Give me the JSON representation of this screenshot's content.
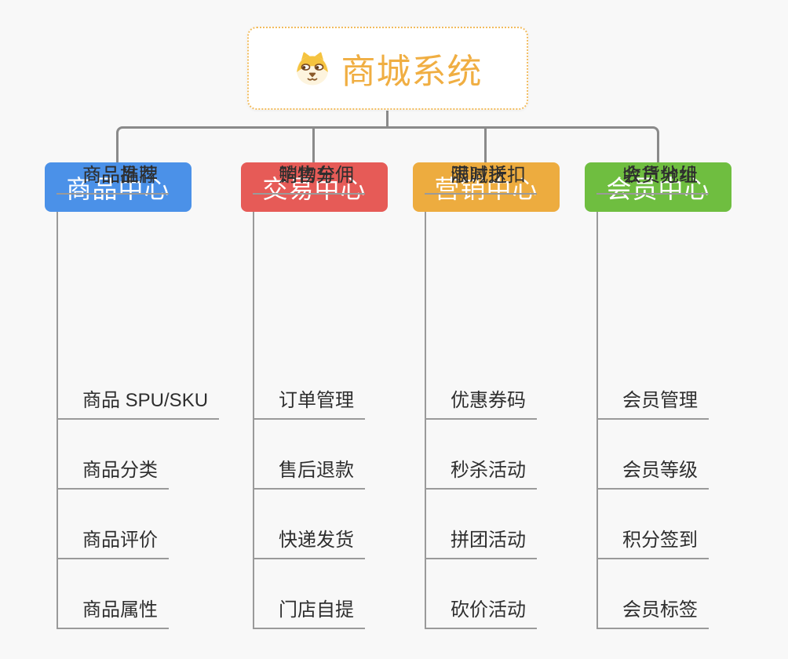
{
  "root": {
    "title": "商城系统",
    "icon": "dog-face-icon",
    "title_color": "#F0AE42",
    "border_color": "#F2BC5E"
  },
  "connector_color": "#8A8A8A",
  "branches": [
    {
      "label": "商品中心",
      "color": "#4B91E8",
      "items": [
        "商品 SPU/SKU",
        "商品分类",
        "商品评价",
        "商品属性",
        "商品推荐",
        "商品品牌"
      ]
    },
    {
      "label": "交易中心",
      "color": "#E65B57",
      "items": [
        "订单管理",
        "售后退款",
        "快递发货",
        "门店自提",
        "购物车",
        "销售分佣"
      ]
    },
    {
      "label": "营销中心",
      "color": "#EDAC3F",
      "items": [
        "优惠券码",
        "秒杀活动",
        "拼团活动",
        "砍价活动",
        "限时折扣",
        "满减送"
      ]
    },
    {
      "label": "会员中心",
      "color": "#6FBE40",
      "items": [
        "会员管理",
        "会员等级",
        "积分签到",
        "会员标签",
        "会员分组",
        "收货地址"
      ]
    }
  ]
}
